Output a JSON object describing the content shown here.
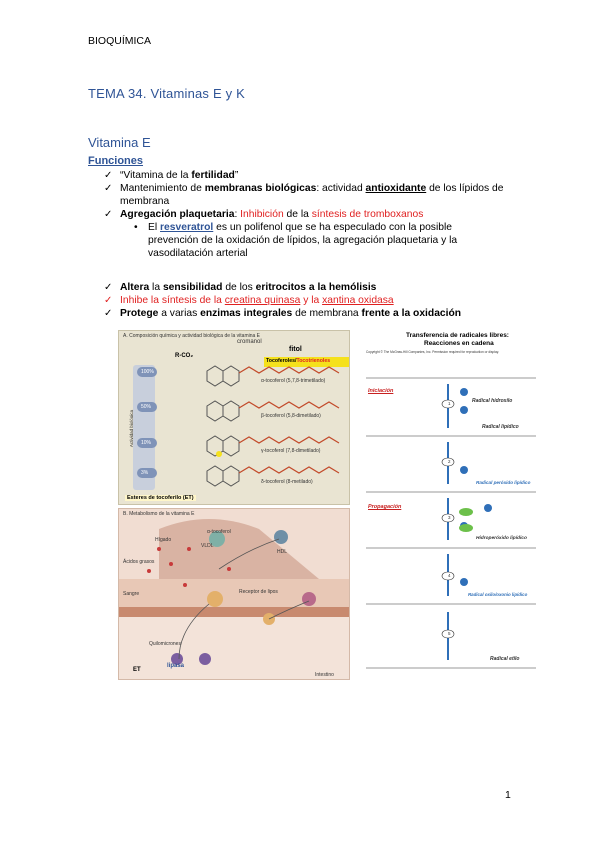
{
  "header": "BIOQUÍMICA",
  "topic_title": "TEMA 34. Vitaminas E y K",
  "section_title": "Vitamina E",
  "subsection": "Funciones",
  "functions": {
    "f1": {
      "a": "“Vitamina de la ",
      "b": "fertilidad",
      "c": "”"
    },
    "f2": {
      "a": "Mantenimiento de ",
      "b": "membranas biológicas",
      "c": ": actividad ",
      "d": "antioxidante",
      "e": " de los lípidos de membrana"
    },
    "f3": {
      "a": "Agregación plaquetaria",
      "b": ": ",
      "c": "Inhibición",
      "d": " de la ",
      "e": "síntesis de tromboxanos"
    },
    "f3_sub": {
      "a": "El ",
      "b": "resveratrol",
      "c": " es un polifenol que se ha especulado con la posible prevención de la oxidación de lípidos, la agregación plaquetaria y la vasodilatación arterial"
    },
    "f4": {
      "a": "Altera",
      "b": " la ",
      "c": "sensibilidad",
      "d": " de los ",
      "e": "eritrocitos a la hemólisis"
    },
    "f5": {
      "a": "Inhibe",
      "b": " la ",
      "c": "síntesis de la ",
      "d": "creatina quinasa",
      "e": " y la ",
      "f": "xantina oxidasa"
    },
    "f6": {
      "a": "Protege",
      "b": " a varias ",
      "c": "enzimas integrales",
      "d": " de membrana ",
      "e": "frente a la oxidación"
    }
  },
  "figure": {
    "panel_a": {
      "title": "A. Composición química y actividad biológica de la vitamina E",
      "cromanol": "cromanol",
      "fitol": "fitol",
      "rco": "R-CO₂",
      "legend_toco": "Tocoferoles/",
      "legend_tocotri": "Tocotrienoles",
      "axis": "Actividad biológica",
      "rows": [
        {
          "pct": "100%",
          "label": "α-tocoferol (5,7,8-trimetilado)"
        },
        {
          "pct": "50%",
          "label": "β-tocoferol (5,8-dimetilado)"
        },
        {
          "pct": "10%",
          "label": "γ-tocoferol (7,8-dimetilado)"
        },
        {
          "pct": "3%",
          "label": "δ-tocoferol (8-metilado)"
        }
      ],
      "esters": "Esteres de tocoferilo (ET)"
    },
    "panel_b": {
      "title": "B. Metabolismo de la vitamina E",
      "labels": [
        "α-tocoferol",
        "Hígado",
        "Ácidos grasos",
        "Sangre",
        "Receptor de lipos",
        "Quilomicrones",
        "Intestino",
        "HDL",
        "VLDL"
      ],
      "lipasa": "lipasa",
      "et": "ET"
    },
    "panel_c": {
      "title1": "Transferencia de radicales libres:",
      "title2": "Reacciones en cadena",
      "copyright": "Copyright © The McGraw-Hill Companies, Inc. Permission required for reproduction or display.",
      "iniciacion": "Iniciación",
      "propagacion": "Propagación",
      "steps": [
        "1",
        "2",
        "3",
        "4",
        "5"
      ],
      "radicals": [
        "Radical hidroxilo",
        "Radical lipídico",
        "Radical peróxido lipídico",
        "Hidroperóxido lipídico",
        "Radical oxilo/oxonio lipídico",
        "Radical etilo"
      ]
    }
  },
  "page_number": "1"
}
